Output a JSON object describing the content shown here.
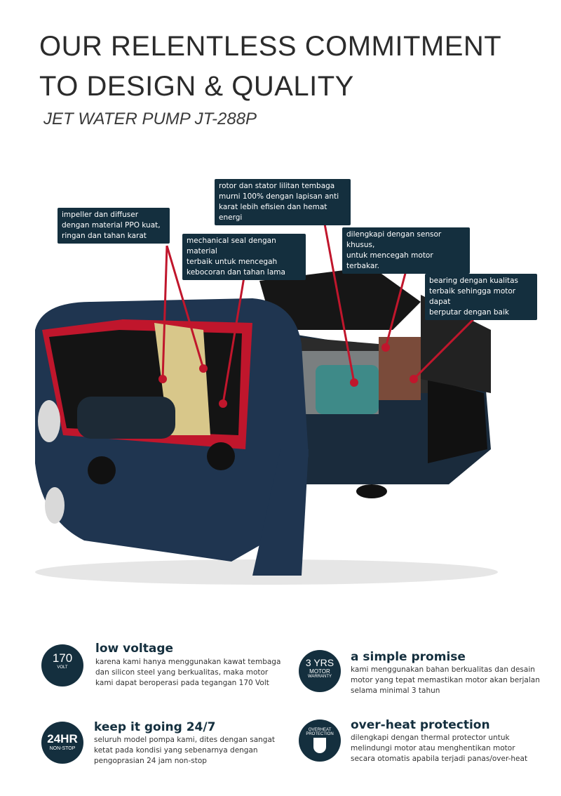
{
  "header": {
    "title_line1": "OUR RELENTLESS COMMITMENT",
    "title_line2": "TO DESIGN & QUALITY",
    "product": "JET WATER PUMP JT-288P"
  },
  "callouts": [
    {
      "lines": [
        "impeller dan diffuser",
        "dengan material PPO kuat,",
        "ringan dan tahan karat"
      ]
    },
    {
      "lines": [
        "mechanical seal dengan material",
        "terbaik untuk mencegah",
        "kebocoran dan tahan lama"
      ]
    },
    {
      "lines": [
        "rotor dan stator lilitan tembaga",
        "murni 100% dengan lapisan anti",
        "karat lebih efisien dan hemat energi"
      ]
    },
    {
      "lines": [
        "dilengkapi dengan sensor khusus,",
        "untuk mencegah motor terbakar."
      ]
    },
    {
      "lines": [
        "bearing dengan kualitas",
        "terbaik sehingga motor dapat",
        "berputar dengan baik"
      ]
    }
  ],
  "features": [
    {
      "badge": [
        "170",
        "VOLT"
      ],
      "title": "low voltage",
      "lines": [
        "karena kami hanya menggunakan kawat tembaga",
        "dan silicon steel yang berkualitas, maka motor",
        "kami dapat beroperasi pada tegangan 170 Volt"
      ]
    },
    {
      "badge": [
        "3 YRS",
        "MOTOR",
        "WARRANTY"
      ],
      "title": "a simple promise",
      "lines": [
        "kami menggunakan bahan berkualitas dan desain",
        "motor yang tepat memastikan motor akan berjalan",
        "selama minimal 3 tahun"
      ]
    },
    {
      "badge": [
        "24HR",
        "NON-STOP"
      ],
      "title": "keep it going 24/7",
      "lines": [
        "seluruh model pompa kami, dites dengan sangat",
        "ketat pada kondisi yang sebenarnya dengan",
        "pengoprasian 24 jam non-stop"
      ]
    },
    {
      "badge": [
        "OVERHEAT",
        "PROTECTION"
      ],
      "title": "over-heat protection",
      "lines": [
        "dilengkapi dengan thermal protector untuk",
        "melindungi motor atau menghentikan motor",
        "secara otomatis apabila terjadi panas/over-heat"
      ]
    }
  ],
  "colors": {
    "navy": "#142f3e",
    "accent_red": "#c0162c",
    "pump_blue": "#1f3550"
  }
}
